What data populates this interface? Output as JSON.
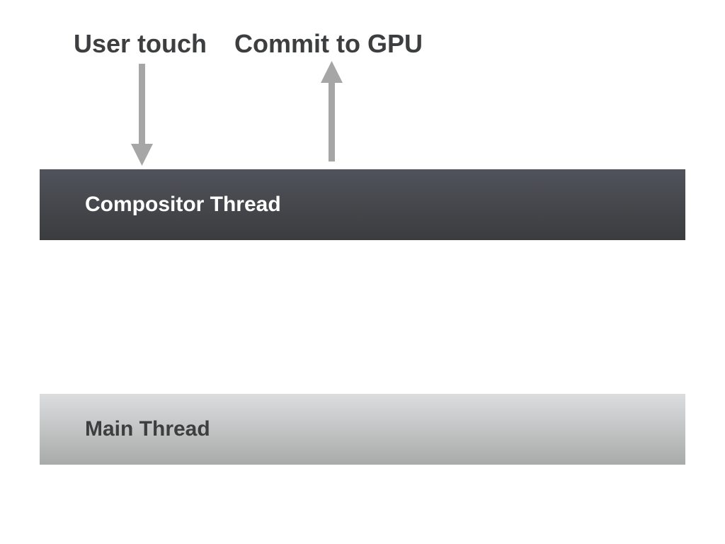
{
  "labels": {
    "user_touch": "User touch",
    "commit_to_gpu": "Commit to GPU"
  },
  "threads": {
    "compositor": "Compositor Thread",
    "main": "Main Thread"
  },
  "colors": {
    "label_text": "#3d3e40",
    "arrow": "#a6a6a6",
    "compositor_top": "#50535b",
    "compositor_bottom": "#3b3c3e",
    "compositor_text": "#ffffff",
    "main_top": "#dcdddf",
    "main_bottom": "#a9abaa",
    "main_text": "#3d3e40"
  }
}
